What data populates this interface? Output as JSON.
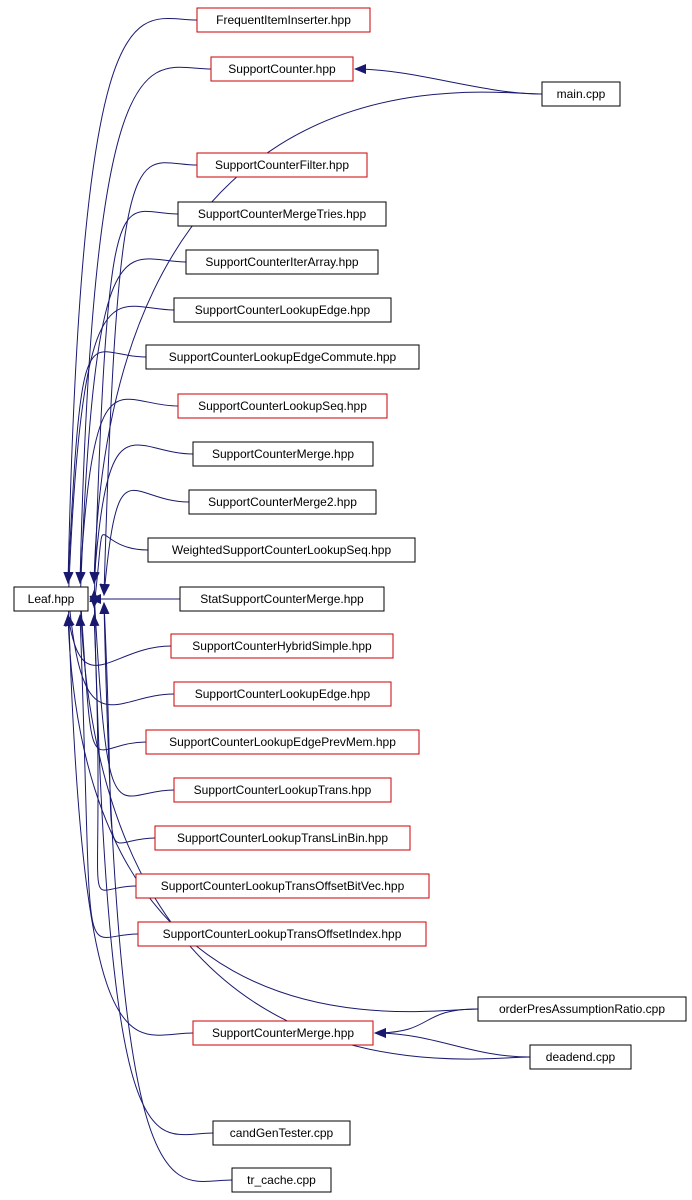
{
  "colors": {
    "edge": "#191970",
    "border_documented": "#000000",
    "border_undocumented": "#cc0000",
    "root_fill": "#000000",
    "root_text": "#ffffff"
  },
  "root": {
    "id": "leaf",
    "label": "Leaf.hpp"
  },
  "nodes": [
    {
      "id": "fii",
      "label": "FrequentItemInserter.hpp",
      "border": "red"
    },
    {
      "id": "sc",
      "label": "SupportCounter.hpp",
      "border": "red"
    },
    {
      "id": "main",
      "label": "main.cpp",
      "border": "black"
    },
    {
      "id": "scf",
      "label": "SupportCounterFilter.hpp",
      "border": "red"
    },
    {
      "id": "scmt",
      "label": "SupportCounterMergeTries.hpp",
      "border": "black"
    },
    {
      "id": "scia",
      "label": "SupportCounterIterArray.hpp",
      "border": "black"
    },
    {
      "id": "scle1",
      "label": "SupportCounterLookupEdge.hpp",
      "border": "black"
    },
    {
      "id": "scle_c",
      "label": "SupportCounterLookupEdgeCommute.hpp",
      "border": "black"
    },
    {
      "id": "scls",
      "label": "SupportCounterLookupSeq.hpp",
      "border": "red"
    },
    {
      "id": "scm1",
      "label": "SupportCounterMerge.hpp",
      "border": "black"
    },
    {
      "id": "scm2",
      "label": "SupportCounterMerge2.hpp",
      "border": "black"
    },
    {
      "id": "wscls",
      "label": "WeightedSupportCounterLookupSeq.hpp",
      "border": "black"
    },
    {
      "id": "sscm",
      "label": "StatSupportCounterMerge.hpp",
      "border": "black"
    },
    {
      "id": "schs",
      "label": "SupportCounterHybridSimple.hpp",
      "border": "red"
    },
    {
      "id": "scle2",
      "label": "SupportCounterLookupEdge.hpp",
      "border": "red"
    },
    {
      "id": "sclepm",
      "label": "SupportCounterLookupEdgePrevMem.hpp",
      "border": "red"
    },
    {
      "id": "sclt",
      "label": "SupportCounterLookupTrans.hpp",
      "border": "red"
    },
    {
      "id": "scltlb",
      "label": "SupportCounterLookupTransLinBin.hpp",
      "border": "red"
    },
    {
      "id": "scltobv",
      "label": "SupportCounterLookupTransOffsetBitVec.hpp",
      "border": "red"
    },
    {
      "id": "scltoi",
      "label": "SupportCounterLookupTransOffsetIndex.hpp",
      "border": "red"
    },
    {
      "id": "opar",
      "label": "orderPresAssumptionRatio.cpp",
      "border": "black"
    },
    {
      "id": "scm3",
      "label": "SupportCounterMerge.hpp",
      "border": "red"
    },
    {
      "id": "dead",
      "label": "deadend.cpp",
      "border": "black"
    },
    {
      "id": "cgt",
      "label": "candGenTester.cpp",
      "border": "black"
    },
    {
      "id": "trc",
      "label": "tr_cache.cpp",
      "border": "black"
    }
  ],
  "edges": [
    {
      "from": "fii",
      "to": "leaf"
    },
    {
      "from": "sc",
      "to": "leaf"
    },
    {
      "from": "main",
      "to": "sc"
    },
    {
      "from": "main",
      "to": "leaf"
    },
    {
      "from": "scf",
      "to": "leaf"
    },
    {
      "from": "scmt",
      "to": "leaf"
    },
    {
      "from": "scia",
      "to": "leaf"
    },
    {
      "from": "scle1",
      "to": "leaf"
    },
    {
      "from": "scle_c",
      "to": "leaf"
    },
    {
      "from": "scls",
      "to": "leaf"
    },
    {
      "from": "scm1",
      "to": "leaf"
    },
    {
      "from": "scm2",
      "to": "leaf"
    },
    {
      "from": "wscls",
      "to": "leaf"
    },
    {
      "from": "sscm",
      "to": "leaf"
    },
    {
      "from": "schs",
      "to": "leaf"
    },
    {
      "from": "scle2",
      "to": "leaf"
    },
    {
      "from": "sclepm",
      "to": "leaf"
    },
    {
      "from": "sclt",
      "to": "leaf"
    },
    {
      "from": "scltlb",
      "to": "leaf"
    },
    {
      "from": "scltobv",
      "to": "leaf"
    },
    {
      "from": "scltoi",
      "to": "leaf"
    },
    {
      "from": "opar",
      "to": "scm3"
    },
    {
      "from": "opar",
      "to": "leaf"
    },
    {
      "from": "scm3",
      "to": "leaf"
    },
    {
      "from": "dead",
      "to": "scm3"
    },
    {
      "from": "dead",
      "to": "leaf"
    },
    {
      "from": "cgt",
      "to": "leaf"
    },
    {
      "from": "trc",
      "to": "leaf"
    }
  ]
}
